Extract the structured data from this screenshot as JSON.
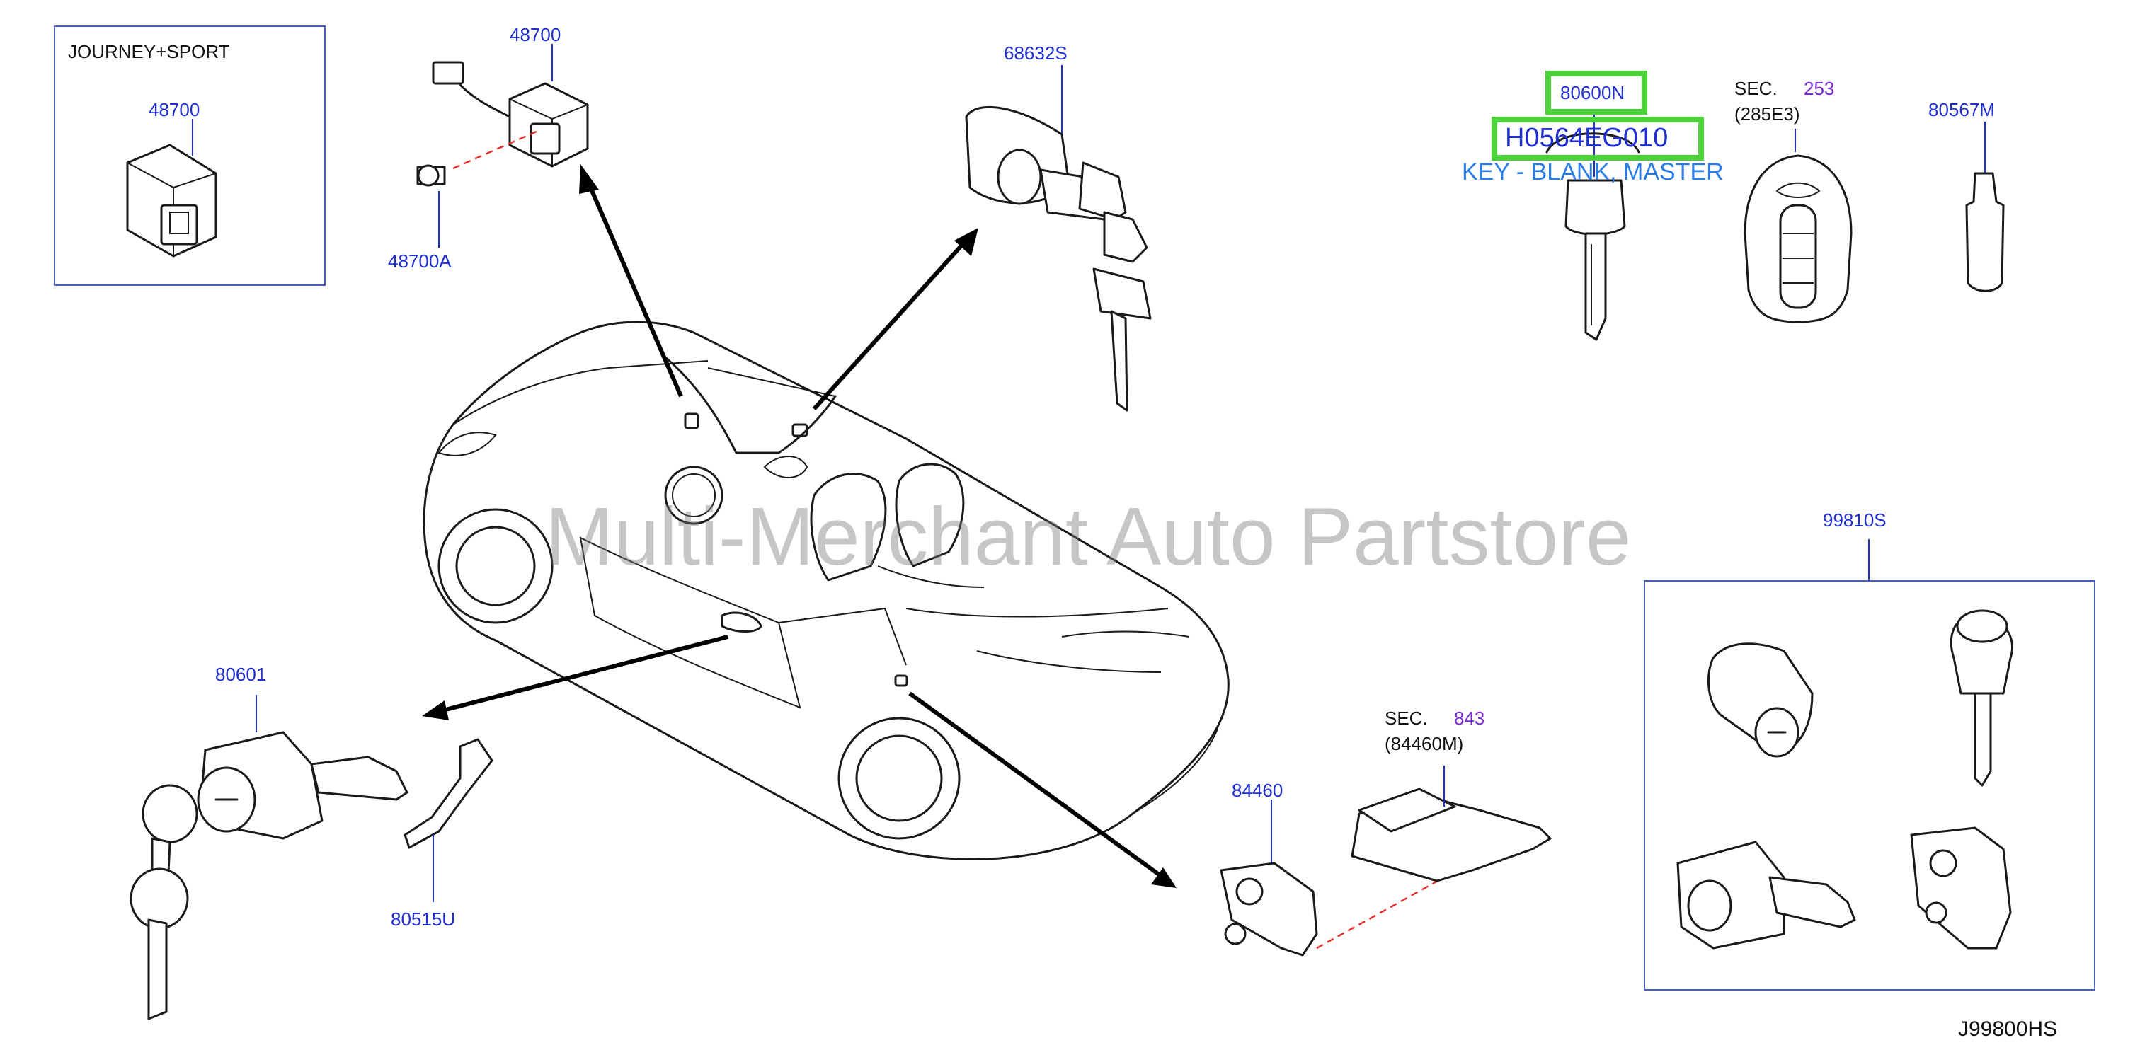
{
  "inset_box": {
    "title": "JOURNEY+SPORT",
    "part": "48700"
  },
  "parts": {
    "p48700_top": "48700",
    "p48700A": "48700A",
    "p68632S": "68632S",
    "p80600N": "80600N",
    "key_code": "H0564EG010",
    "key_description": "KEY - BLANK, MASTER",
    "sec_253_prefix": "SEC.",
    "sec_253": "253",
    "sec_253_ref": "(285E3)",
    "p80567M": "80567M",
    "p99810S": "99810S",
    "p80601": "80601",
    "p80515U": "80515U",
    "p84460": "84460",
    "sec_843_prefix": "SEC.",
    "sec_843": "843",
    "sec_843_ref": "(84460M)"
  },
  "watermark": "Multi-Merchant Auto Partstore",
  "diagram_code": "J99800HS",
  "colors": {
    "part_number": "#1f2fd0",
    "section_number": "#7b2bd0",
    "highlight": "#4cd33c",
    "key_description": "#2a7de8",
    "leader_dash": "#e2302c",
    "frame": "#4a5fb5"
  }
}
